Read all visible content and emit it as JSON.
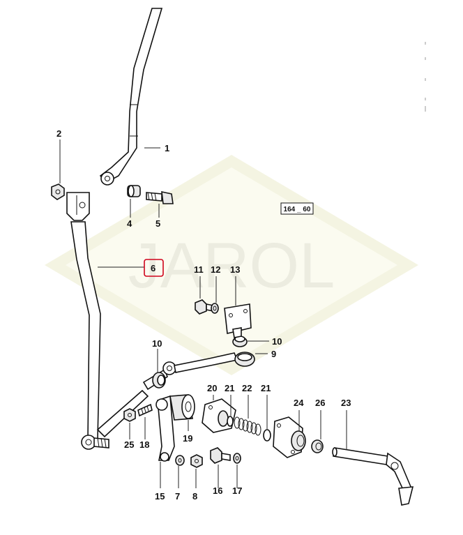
{
  "diagram": {
    "reference_code": "164 _ 60",
    "watermark_text": "JAROL",
    "highlighted_part": "6",
    "colors": {
      "highlight": "#d0021b",
      "watermark": "#f2f2dc",
      "ink": "#111111"
    },
    "callouts": {
      "c1": "1",
      "c2": "2",
      "c4": "4",
      "c5": "5",
      "c6": "6",
      "c7": "7",
      "c8": "8",
      "c9": "9",
      "c10a": "10",
      "c10b": "10",
      "c11": "11",
      "c12": "12",
      "c13": "13",
      "c15": "15",
      "c16": "16",
      "c17": "17",
      "c18": "18",
      "c19": "19",
      "c20": "20",
      "c21a": "21",
      "c21b": "21",
      "c22": "22",
      "c23": "23",
      "c24": "24",
      "c25": "25",
      "c26": "26"
    }
  }
}
